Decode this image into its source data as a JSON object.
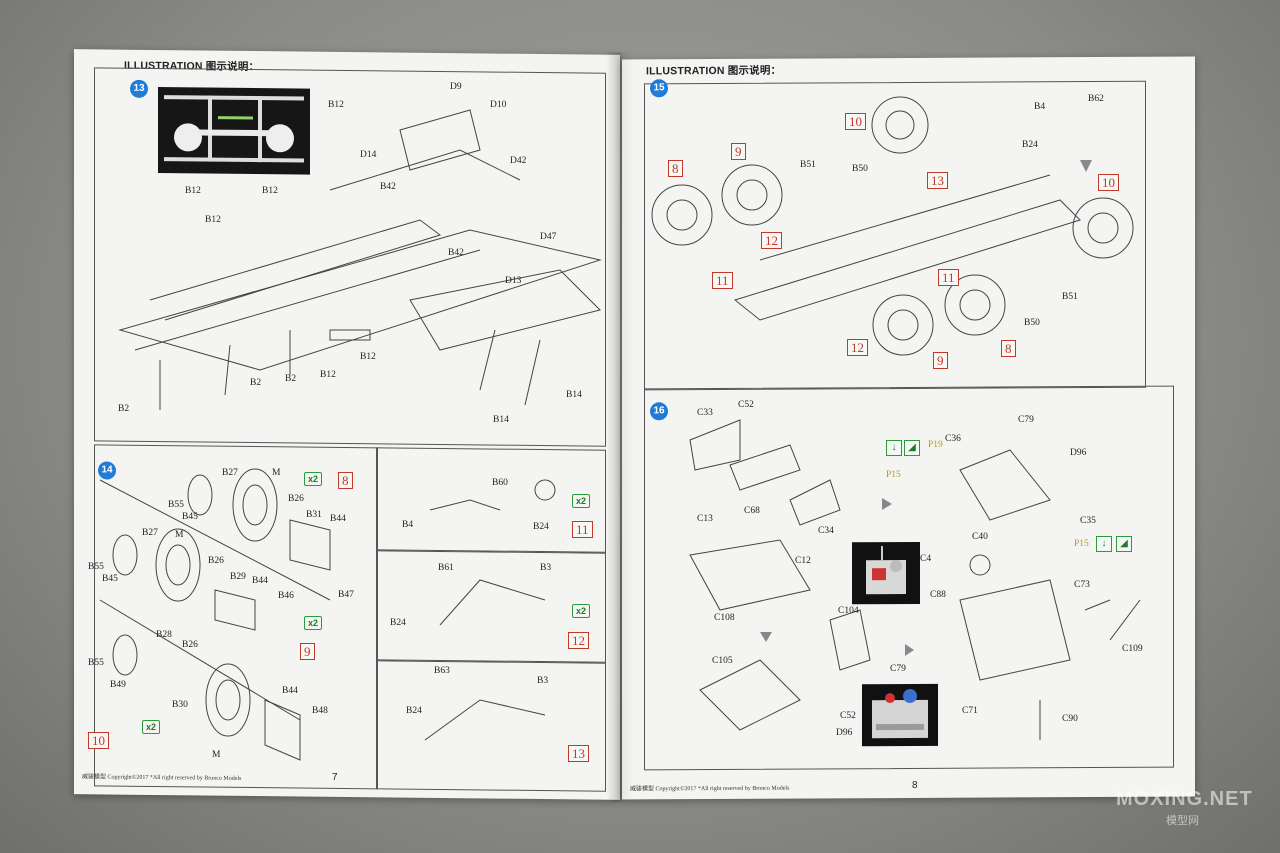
{
  "left_page": {
    "header": "ILLUSTRATION 图示说明：",
    "footer": "威骏模型   Copyright©2017 *All right reserved by Bronco Models",
    "page_number": "7",
    "step13": {
      "number": "13",
      "labels": [
        "B12",
        "D9",
        "D10",
        "D14",
        "D42",
        "B42",
        "B12",
        "B12",
        "B12",
        "D47",
        "B42",
        "D13",
        "B2",
        "B2",
        "B2",
        "B12",
        "B12",
        "B14",
        "B14"
      ]
    },
    "step14": {
      "number": "14",
      "a": {
        "labels": [
          "B27",
          "M",
          "B55",
          "B45",
          "B26",
          "B31",
          "B44",
          "B47"
        ],
        "qty": "x2",
        "code": "8"
      },
      "b": {
        "labels": [
          "B27",
          "M",
          "B55",
          "B45",
          "B26",
          "B29",
          "B44",
          "B46"
        ],
        "qty": "x2",
        "code": "9"
      },
      "c": {
        "labels": [
          "B28",
          "B26",
          "B55",
          "B49",
          "B30",
          "B44",
          "B48",
          "M"
        ],
        "qty": "x2",
        "code": "10"
      },
      "d": {
        "labels": [
          "B60",
          "B4",
          "B24"
        ],
        "qty": "x2",
        "code": "11"
      },
      "e": {
        "labels": [
          "B61",
          "B3",
          "B24"
        ],
        "qty": "x2",
        "code": "12"
      },
      "f": {
        "labels": [
          "B63",
          "B3",
          "B24"
        ],
        "code": "13"
      }
    }
  },
  "right_page": {
    "header": "ILLUSTRATION 图示说明：",
    "footer": "威骏模型   Copyright©2017 *All right reserved by Bronco Models",
    "page_number": "8",
    "step15": {
      "number": "15",
      "labels": [
        "B4",
        "B62",
        "B24",
        "B51",
        "B50",
        "B51",
        "B50"
      ],
      "codes": [
        "10",
        "13",
        "10",
        "8",
        "9",
        "12",
        "11",
        "11",
        "12",
        "9",
        "8"
      ]
    },
    "step16": {
      "number": "16",
      "labels": [
        "C33",
        "C52",
        "C68",
        "C34",
        "C79",
        "C36",
        "D96",
        "C35",
        "C13",
        "C12",
        "C108",
        "C4",
        "C40",
        "C88",
        "C73",
        "C104",
        "C105",
        "C109",
        "C79",
        "C52",
        "D96",
        "C71",
        "C90"
      ],
      "etch_labels": [
        "P19",
        "P15",
        "P15"
      ]
    }
  },
  "watermark": {
    "text": "MOXING.NET",
    "sub": "模型网"
  },
  "colors": {
    "step_badge": "#1f7bd6",
    "code_red": "#c0392b",
    "qty_green": "#2e9a3e"
  }
}
